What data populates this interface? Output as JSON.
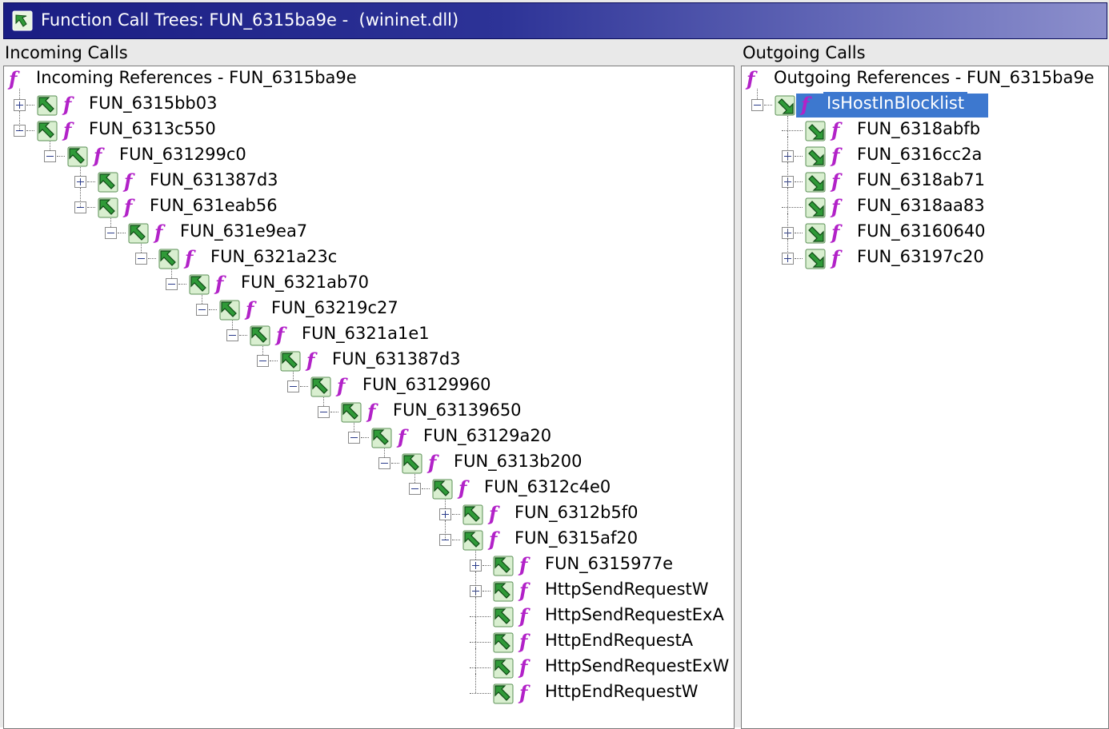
{
  "window": {
    "title": "Function Call Trees: FUN_6315ba9e -  (wininet.dll)",
    "icon": "call-tree-icon"
  },
  "incoming": {
    "panel_title": "Incoming Calls",
    "root_label": "Incoming References - FUN_6315ba9e",
    "nodes": [
      {
        "label": "FUN_6315bb03",
        "depth": 0,
        "toggle": "plus"
      },
      {
        "label": "FUN_6313c550",
        "depth": 0,
        "toggle": "minus"
      },
      {
        "label": "FUN_631299c0",
        "depth": 1,
        "toggle": "minus"
      },
      {
        "label": "FUN_631387d3",
        "depth": 2,
        "toggle": "plus"
      },
      {
        "label": "FUN_631eab56",
        "depth": 2,
        "toggle": "minus"
      },
      {
        "label": "FUN_631e9ea7",
        "depth": 3,
        "toggle": "minus"
      },
      {
        "label": "FUN_6321a23c",
        "depth": 4,
        "toggle": "minus"
      },
      {
        "label": "FUN_6321ab70",
        "depth": 5,
        "toggle": "minus"
      },
      {
        "label": "FUN_63219c27",
        "depth": 6,
        "toggle": "minus"
      },
      {
        "label": "FUN_6321a1e1",
        "depth": 7,
        "toggle": "minus"
      },
      {
        "label": "FUN_631387d3",
        "depth": 8,
        "toggle": "minus"
      },
      {
        "label": "FUN_63129960",
        "depth": 9,
        "toggle": "minus"
      },
      {
        "label": "FUN_63139650",
        "depth": 10,
        "toggle": "minus"
      },
      {
        "label": "FUN_63129a20",
        "depth": 11,
        "toggle": "minus"
      },
      {
        "label": "FUN_6313b200",
        "depth": 12,
        "toggle": "minus"
      },
      {
        "label": "FUN_6312c4e0",
        "depth": 13,
        "toggle": "minus"
      },
      {
        "label": "FUN_6312b5f0",
        "depth": 14,
        "toggle": "plus"
      },
      {
        "label": "FUN_6315af20",
        "depth": 14,
        "toggle": "minus"
      },
      {
        "label": "FUN_6315977e",
        "depth": 15,
        "toggle": "plus"
      },
      {
        "label": "HttpSendRequestW",
        "depth": 15,
        "toggle": "plus"
      },
      {
        "label": "HttpSendRequestExA",
        "depth": 15,
        "toggle": "none"
      },
      {
        "label": "HttpEndRequestA",
        "depth": 15,
        "toggle": "none"
      },
      {
        "label": "HttpSendRequestExW",
        "depth": 15,
        "toggle": "none"
      },
      {
        "label": "HttpEndRequestW",
        "depth": 15,
        "toggle": "none"
      }
    ]
  },
  "outgoing": {
    "panel_title": "Outgoing Calls",
    "root_label": "Outgoing References - FUN_6315ba9e",
    "nodes": [
      {
        "label": "IsHostInBlocklist",
        "depth": 0,
        "toggle": "minus",
        "selected": true
      },
      {
        "label": "FUN_6318abfb",
        "depth": 1,
        "toggle": "none"
      },
      {
        "label": "FUN_6316cc2a",
        "depth": 1,
        "toggle": "plus"
      },
      {
        "label": "FUN_6318ab71",
        "depth": 1,
        "toggle": "plus"
      },
      {
        "label": "FUN_6318aa83",
        "depth": 1,
        "toggle": "none"
      },
      {
        "label": "FUN_63160640",
        "depth": 1,
        "toggle": "plus"
      },
      {
        "label": "FUN_63197c20",
        "depth": 1,
        "toggle": "plus"
      }
    ]
  },
  "icons": {
    "function": "function-icon",
    "incoming": "incoming-call-icon",
    "outgoing": "outgoing-call-icon"
  },
  "colors": {
    "titlebar": "#1a1d83",
    "selection": "#3d78cf",
    "function_glyph": "#b222c8",
    "call_icon": "#2f9a38"
  }
}
